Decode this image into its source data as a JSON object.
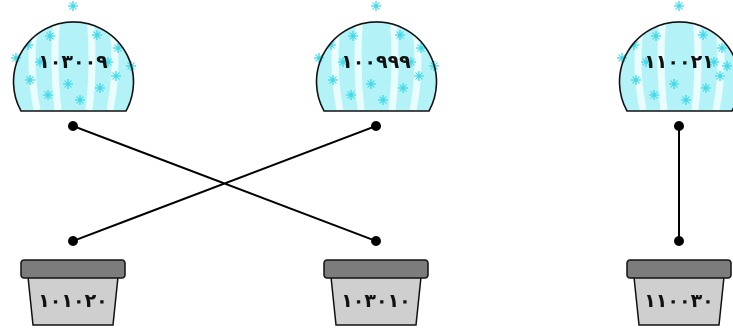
{
  "colors": {
    "cactus_fill": "#b3f3f7",
    "cactus_stripe": "#e9fdff",
    "cactus_spine": "#3fd8ea",
    "pot_rim": "#7c7c7c",
    "pot_body": "#cfcfcf",
    "outline": "#111111",
    "line": "#000000"
  },
  "cacti": [
    {
      "label": "١٠٣٠٠٩"
    },
    {
      "label": "١٠٠٩٩٩"
    },
    {
      "label": "١١٠٠٢١"
    }
  ],
  "pots": [
    {
      "label": "١٠١٠٢٠"
    },
    {
      "label": "١٠٣٠١٠"
    },
    {
      "label": "١١٠٠٣٠"
    }
  ],
  "connections": [
    {
      "cactus": 0,
      "pot": 1
    },
    {
      "cactus": 1,
      "pot": 0
    },
    {
      "cactus": 2,
      "pot": 2
    }
  ]
}
